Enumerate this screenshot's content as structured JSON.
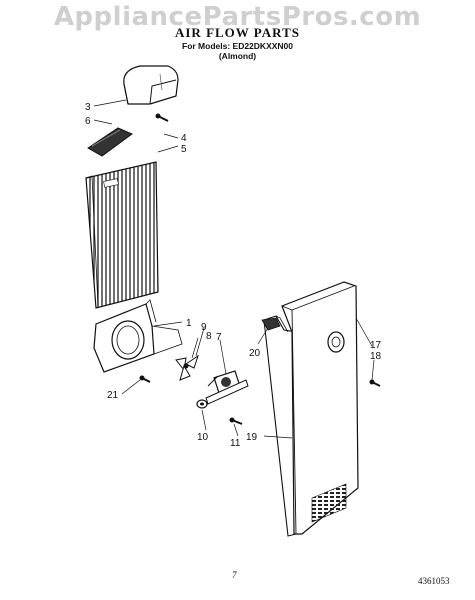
{
  "watermark": "AppliancePartsPros.com",
  "title": "AIR FLOW PARTS",
  "subtitle_line1": "For Models: ED22DKXXN00",
  "subtitle_line2": "(Almond)",
  "page_number": "7",
  "document_number": "4361053",
  "callouts": {
    "c1": "1",
    "c3": "3",
    "c4": "4",
    "c5": "5",
    "c6": "6",
    "c7": "7",
    "c8": "8",
    "c9": "9",
    "c10": "10",
    "c11": "11",
    "c17": "17",
    "c18": "18",
    "c19": "19",
    "c20": "20",
    "c21": "21"
  }
}
